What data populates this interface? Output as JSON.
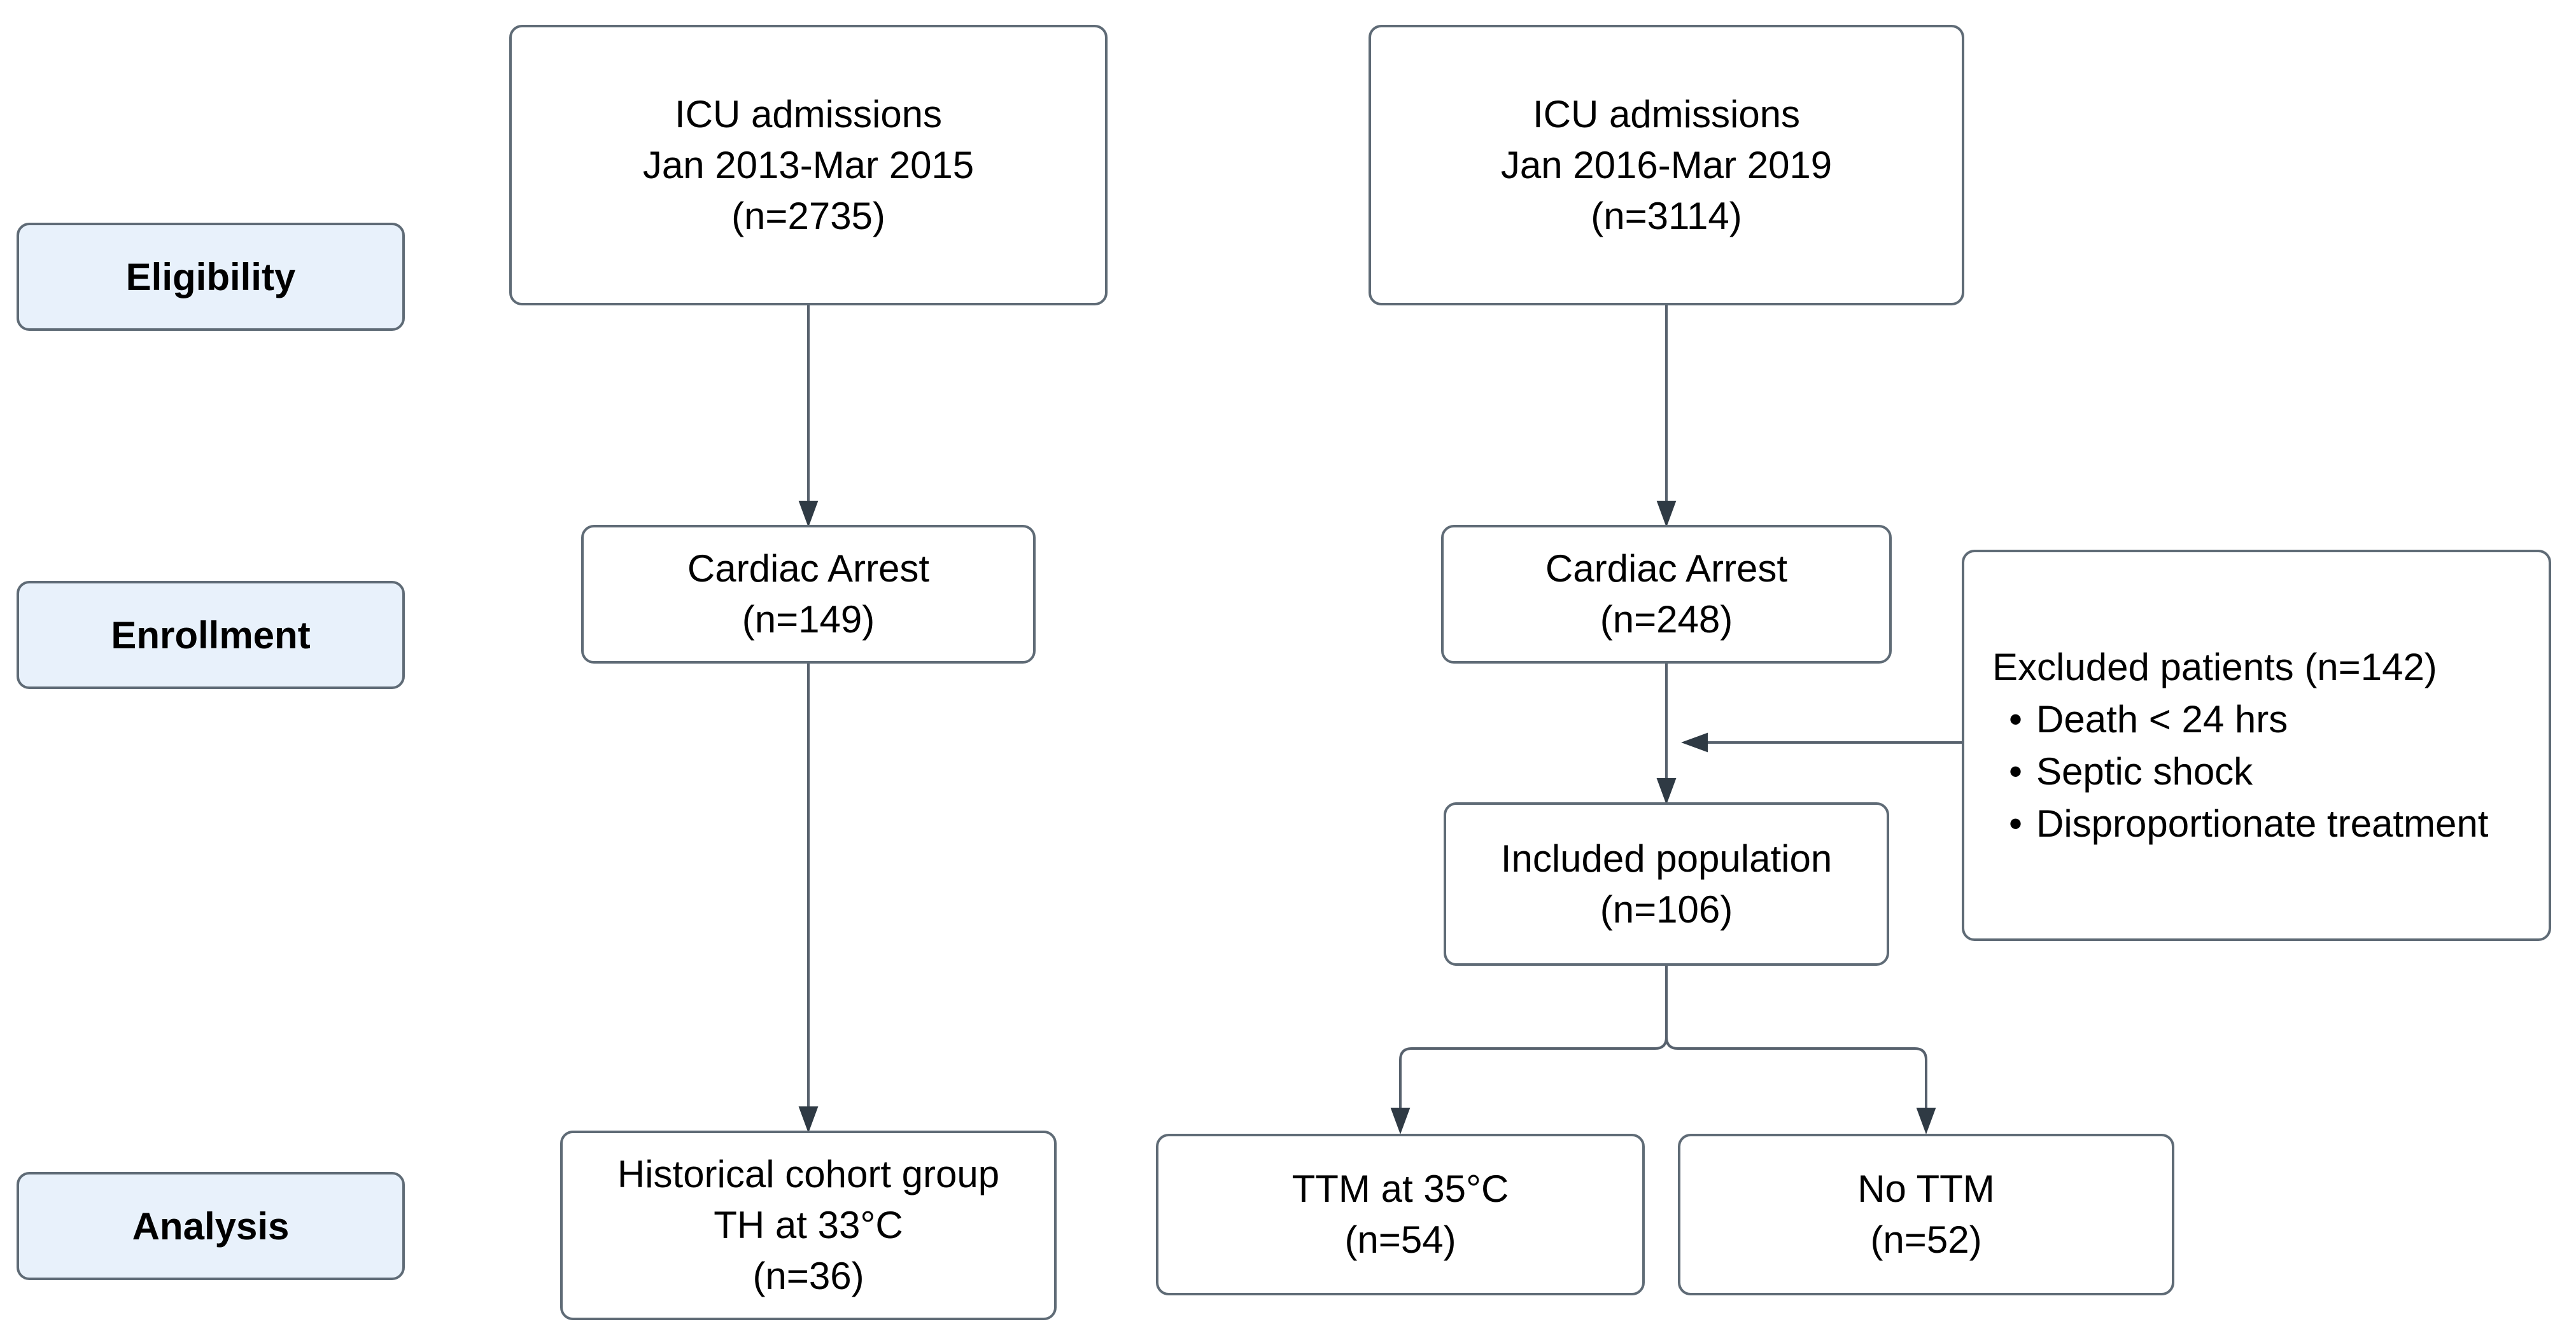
{
  "stage_labels": [
    {
      "id": "eligibility",
      "label": "Eligibility"
    },
    {
      "id": "enrollment",
      "label": "Enrollment"
    },
    {
      "id": "analysis",
      "label": "Analysis"
    }
  ],
  "boxes": {
    "icu_2013": {
      "lines": [
        "ICU admissions",
        "Jan 2013-Mar 2015",
        "(n=2735)"
      ]
    },
    "icu_2016": {
      "lines": [
        "ICU admissions",
        "Jan 2016-Mar 2019",
        "(n=3114)"
      ]
    },
    "cardiac_arrest_2013": {
      "lines": [
        "Cardiac Arrest",
        "(n=149)"
      ]
    },
    "cardiac_arrest_2016": {
      "lines": [
        "Cardiac Arrest",
        "(n=248)"
      ]
    },
    "excluded": {
      "title": "Excluded patients (n=142)",
      "bullets": [
        "Death < 24 hrs",
        "Septic shock",
        "Disproportionate treatment"
      ]
    },
    "included": {
      "lines": [
        "Included population",
        "(n=106)"
      ]
    },
    "historical": {
      "lines": [
        "Historical cohort group",
        "TH at 33°C",
        "(n=36)"
      ]
    },
    "ttm": {
      "lines": [
        "TTM at 35°C",
        "(n=54)"
      ]
    },
    "no_ttm": {
      "lines": [
        "No TTM",
        "(n=52)"
      ]
    }
  },
  "colors": {
    "label_fill": "#e8f1fb",
    "box_border": "#5f6b76",
    "line": "#57616d",
    "arrowhead": "#2f3a44",
    "text": "#000000"
  }
}
